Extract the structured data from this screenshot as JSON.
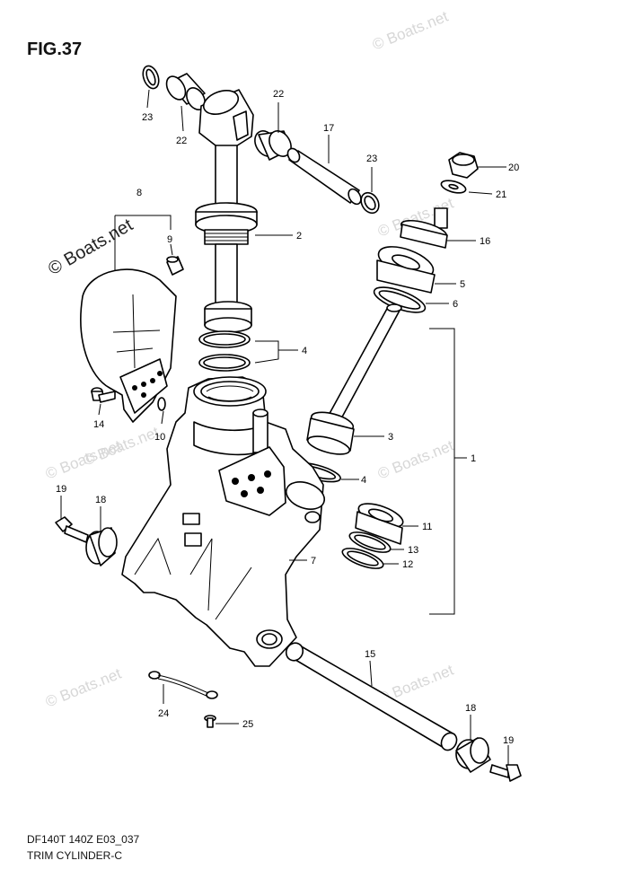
{
  "figure": {
    "title": "FIG.37",
    "footer_line1": "DF140T 140Z E03_037",
    "footer_line2": "TRIM CYLINDER-C"
  },
  "watermarks": [
    "© Boats.net",
    "© Boats.net",
    "© Boats.net",
    "© Boats.net",
    "© Boats.net",
    "© Boats.net",
    "© Boats.net",
    "© Boats.net"
  ],
  "callouts": {
    "c23a": "23",
    "c22a": "22",
    "c22b": "22",
    "c17": "17",
    "c23b": "23",
    "c20": "20",
    "c21": "21",
    "c8": "8",
    "c9": "9",
    "c2": "2",
    "c16": "16",
    "c5": "5",
    "c6": "6",
    "c4a": "4",
    "c1": "1",
    "c3": "3",
    "c14": "14",
    "c10": "10",
    "c4b": "4",
    "c19a": "19",
    "c18a": "18",
    "c11": "11",
    "c13": "13",
    "c7": "7",
    "c12": "12",
    "c15": "15",
    "c24": "24",
    "c25": "25",
    "c18b": "18",
    "c19b": "19"
  }
}
